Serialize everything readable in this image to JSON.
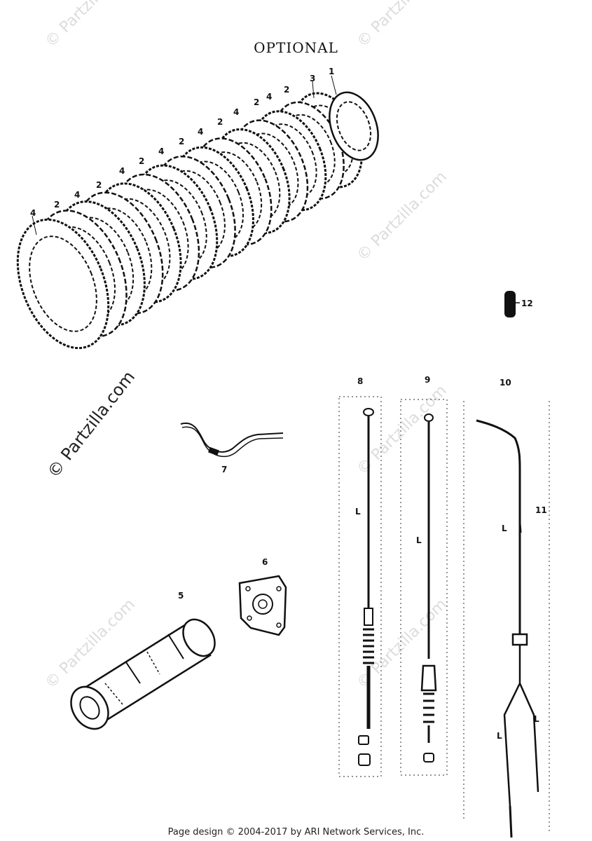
{
  "title": "OPTIONAL",
  "watermark": "© Partzilla.com",
  "footer": "Page design © 2004-2017 by ARI Network Services, Inc.",
  "callouts": {
    "c1": "1",
    "c2": "2",
    "c3": "3",
    "c4": "4",
    "c5": "5",
    "c6": "6",
    "c7": "7",
    "c8": "8",
    "c9": "9",
    "c10": "10",
    "c11": "11",
    "c12": "12",
    "l": "L"
  }
}
